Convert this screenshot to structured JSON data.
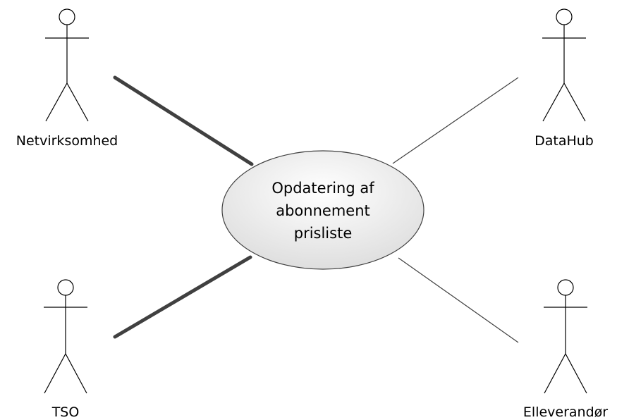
{
  "use_case": {
    "lines": [
      "Opdatering af",
      "abonnement",
      "prisliste"
    ]
  },
  "actors": [
    {
      "id": "netvirksomhed",
      "label": "Netvirksomhed"
    },
    {
      "id": "datahub",
      "label": "DataHub"
    },
    {
      "id": "tso",
      "label": "TSO"
    },
    {
      "id": "elleverandor",
      "label": "Elleverandør"
    }
  ],
  "associations": [
    {
      "from": "netvirksomhed",
      "to": "use_case",
      "style": "thick"
    },
    {
      "from": "tso",
      "to": "use_case",
      "style": "thick"
    },
    {
      "from": "datahub",
      "to": "use_case",
      "style": "thin"
    },
    {
      "from": "elleverandor",
      "to": "use_case",
      "style": "thin"
    }
  ]
}
